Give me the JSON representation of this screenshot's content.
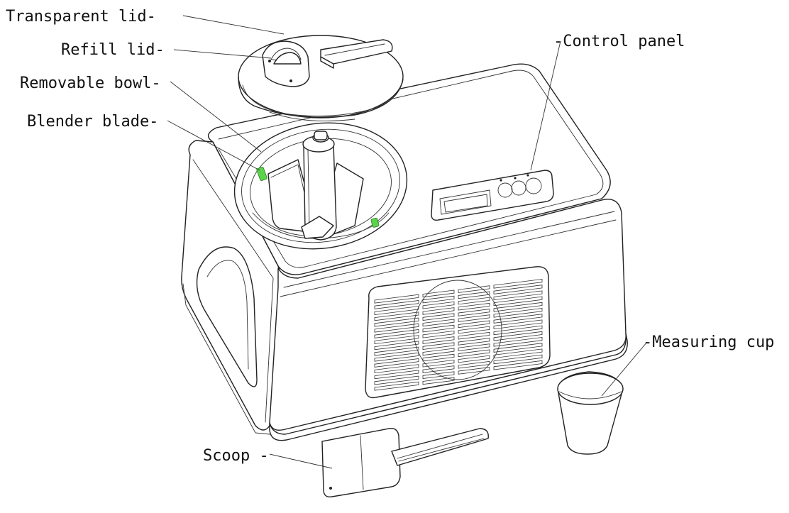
{
  "diagram": {
    "labels": {
      "transparent_lid": "Transparent lid-",
      "refill_lid": "Refill lid-",
      "removable_bowl": "Removable bowl-",
      "blender_blade": "Blender blade-",
      "control_panel": "-Control panel",
      "measuring_cup": "-Measuring cup",
      "scoop": "Scoop -"
    },
    "colors": {
      "line": "#222222",
      "background": "#ffffff",
      "highlight": "#5bd44a"
    }
  }
}
